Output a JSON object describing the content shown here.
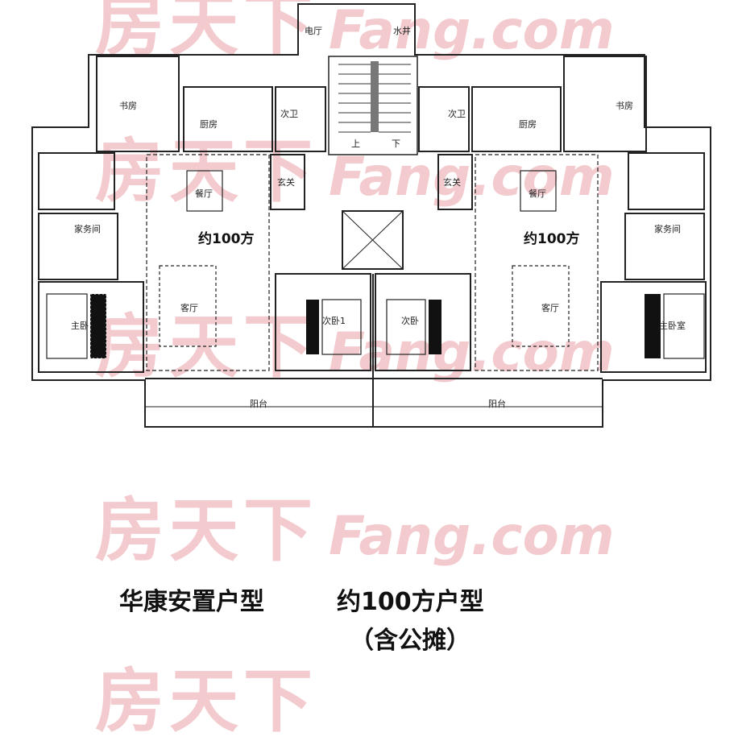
{
  "watermark": {
    "cn": "房天下",
    "en": "Fang.com"
  },
  "rooms": {
    "elevator_room": "电厅",
    "water_well": "水井",
    "study": "书房",
    "kitchen": "厨房",
    "guest_bath": "次卫",
    "up": "上",
    "down": "下",
    "foyer": "玄关",
    "dining": "餐厅",
    "laundry": "家务间",
    "area": "约100方",
    "living": "客厅",
    "master_bedroom": "主卧",
    "master_bedroom_right": "主卧室",
    "second_bedroom_left": "次卧1",
    "second_bedroom_right": "次卧",
    "balcony": "阳台"
  },
  "caption": {
    "project": "华康安置户型",
    "type": "约100方户型",
    "note": "（含公摊）"
  }
}
